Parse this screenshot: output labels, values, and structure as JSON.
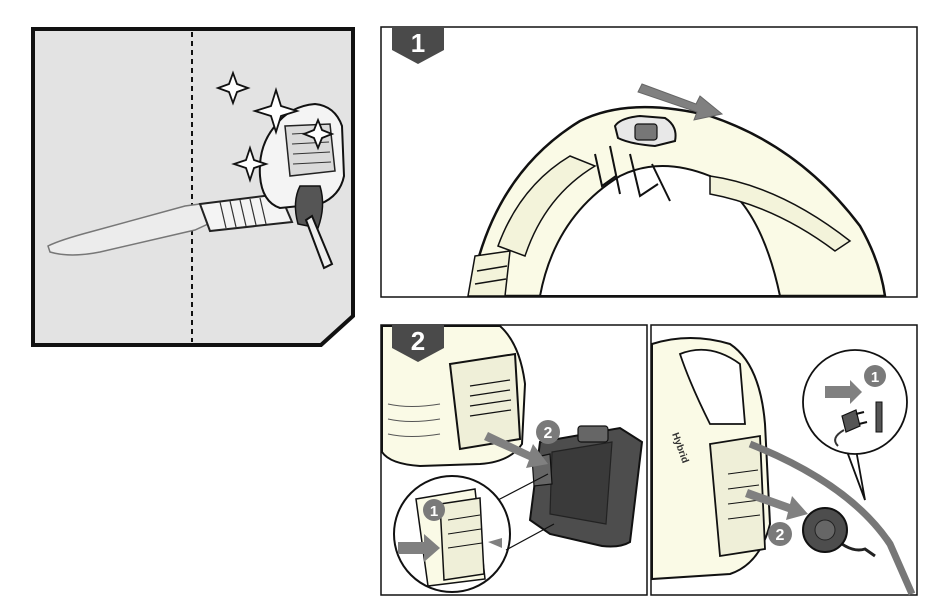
{
  "steps": {
    "step1": {
      "label": "1"
    },
    "step2": {
      "label": "2"
    }
  },
  "callouts": {
    "battery_release": "1",
    "battery_remove": "2",
    "detail_press": "1",
    "unplug": "1",
    "cord_remove": "2"
  },
  "device": {
    "brand_text": "Hybrid"
  },
  "colors": {
    "panel_fill": "#e3e3e3",
    "device_fill": "#fafae6",
    "badge_fill": "#4a4a4a",
    "arrow_fill": "#808080",
    "line": "#111111"
  },
  "icons": [
    "sparkle-icon",
    "cleaning-brush-icon",
    "release-arrow-icon",
    "plug-icon",
    "power-cord-icon"
  ]
}
